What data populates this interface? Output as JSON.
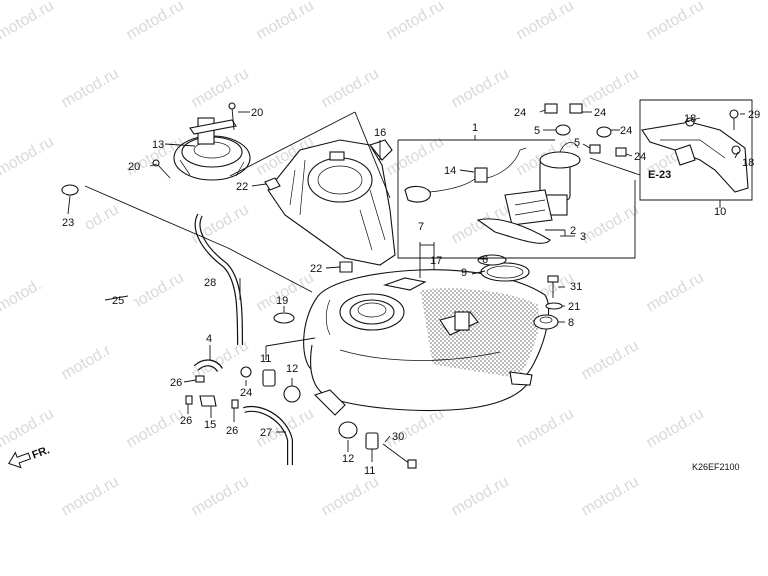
{
  "watermark": {
    "text": "motod.ru",
    "color": "#d9d9d9"
  },
  "diagram_code": "K26EF2100",
  "front_arrow": {
    "label": "FR."
  },
  "reference": {
    "label": "E-23"
  },
  "callouts": [
    {
      "id": "c1",
      "text": "1"
    },
    {
      "id": "c2",
      "text": "2"
    },
    {
      "id": "c3",
      "text": "3"
    },
    {
      "id": "c4",
      "text": "4"
    },
    {
      "id": "c5a",
      "text": "5"
    },
    {
      "id": "c5b",
      "text": "5"
    },
    {
      "id": "c6",
      "text": "6"
    },
    {
      "id": "c7",
      "text": "7"
    },
    {
      "id": "c8",
      "text": "8"
    },
    {
      "id": "c9",
      "text": "9"
    },
    {
      "id": "c10",
      "text": "10"
    },
    {
      "id": "c11a",
      "text": "11"
    },
    {
      "id": "c11b",
      "text": "11"
    },
    {
      "id": "c12a",
      "text": "12"
    },
    {
      "id": "c12b",
      "text": "12"
    },
    {
      "id": "c13",
      "text": "13"
    },
    {
      "id": "c14",
      "text": "14"
    },
    {
      "id": "c15",
      "text": "15"
    },
    {
      "id": "c16",
      "text": "16"
    },
    {
      "id": "c17",
      "text": "17"
    },
    {
      "id": "c18a",
      "text": "18"
    },
    {
      "id": "c18b",
      "text": "18"
    },
    {
      "id": "c19",
      "text": "19"
    },
    {
      "id": "c20a",
      "text": "20"
    },
    {
      "id": "c20b",
      "text": "20"
    },
    {
      "id": "c21",
      "text": "21"
    },
    {
      "id": "c22a",
      "text": "22"
    },
    {
      "id": "c22b",
      "text": "22"
    },
    {
      "id": "c23",
      "text": "23"
    },
    {
      "id": "c24a",
      "text": "24"
    },
    {
      "id": "c24b",
      "text": "24"
    },
    {
      "id": "c24c",
      "text": "24"
    },
    {
      "id": "c24d",
      "text": "24"
    },
    {
      "id": "c24e",
      "text": "24"
    },
    {
      "id": "c25",
      "text": "25"
    },
    {
      "id": "c26a",
      "text": "26"
    },
    {
      "id": "c26b",
      "text": "26"
    },
    {
      "id": "c26c",
      "text": "26"
    },
    {
      "id": "c27",
      "text": "27"
    },
    {
      "id": "c28",
      "text": "28"
    },
    {
      "id": "c29",
      "text": "29"
    },
    {
      "id": "c30",
      "text": "30"
    },
    {
      "id": "c31",
      "text": "31"
    }
  ]
}
